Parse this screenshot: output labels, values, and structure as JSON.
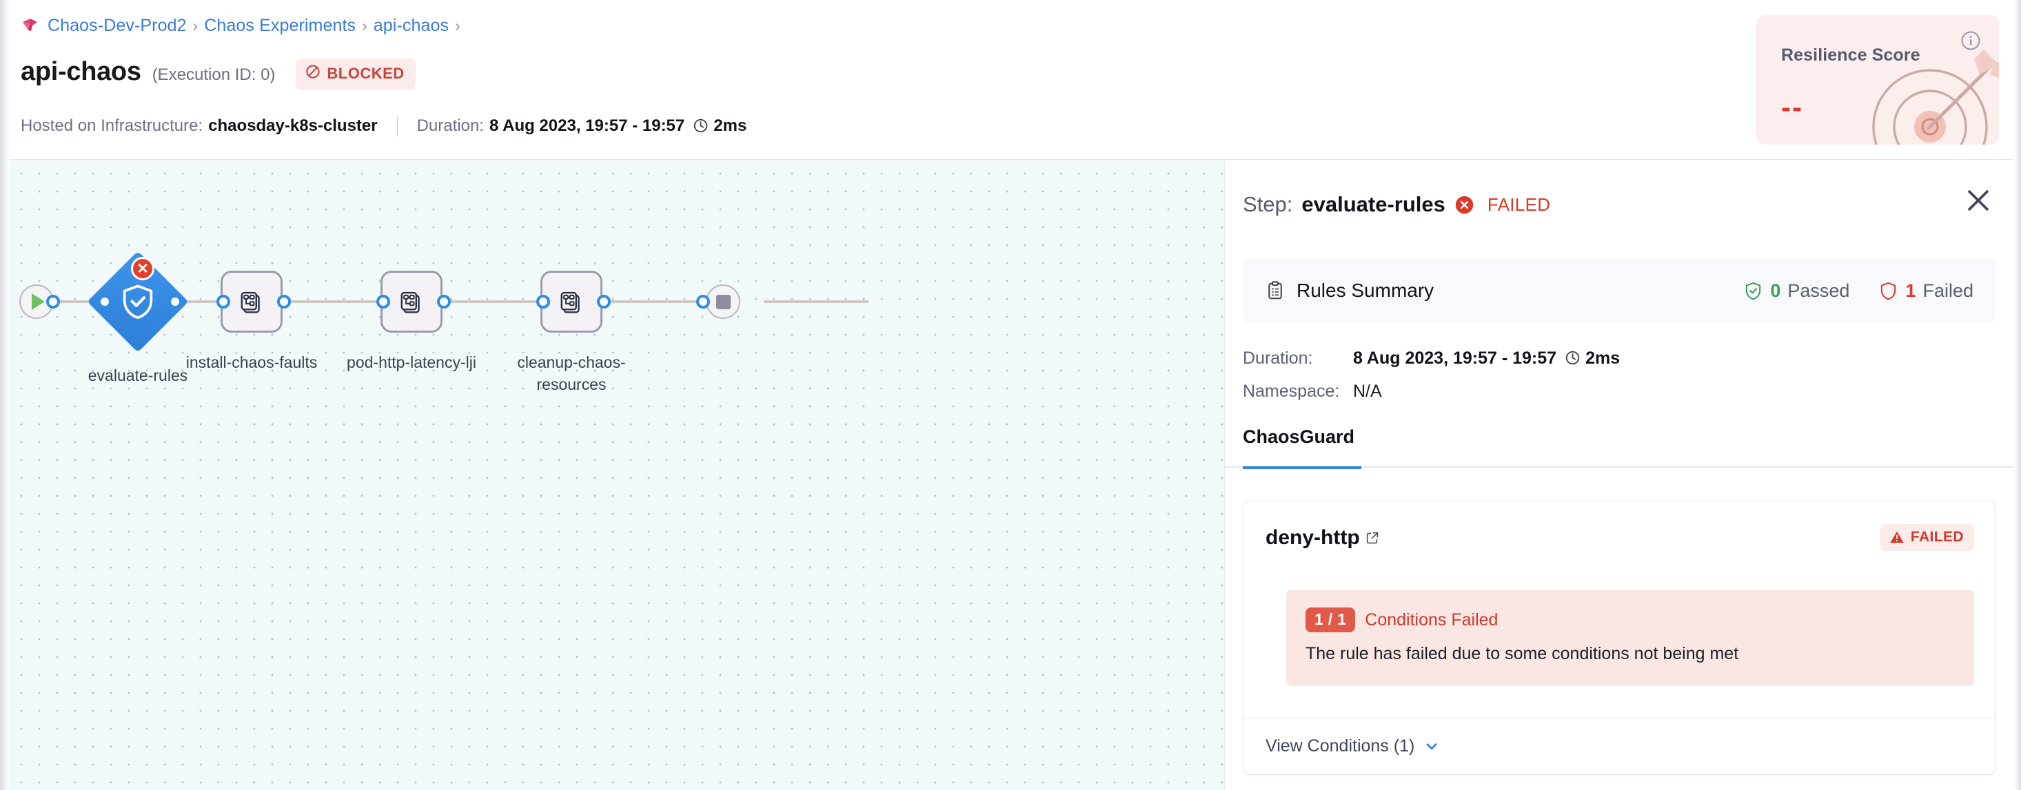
{
  "breadcrumb": {
    "logo_icon": "chaos-logo-icon",
    "items": [
      "Chaos-Dev-Prod2",
      "Chaos Experiments",
      "api-chaos"
    ],
    "separator": "›",
    "trailing_separator": "›"
  },
  "header": {
    "title": "api-chaos",
    "execution_id": "(Execution ID: 0)",
    "status_badge": {
      "label": "BLOCKED",
      "icon": "blocked-circle-slash-icon",
      "text_color": "#c4463c",
      "bg_color": "#fbeceb"
    },
    "meta": {
      "infra_label": "Hosted on Infrastructure:",
      "infra_value": "chaosday-k8s-cluster",
      "duration_label": "Duration:",
      "duration_range": "8 Aug 2023, 19:57 - 19:57",
      "clock_icon": "clock-icon",
      "duration_value": "2ms"
    }
  },
  "resilience": {
    "title": "Resilience Score",
    "value": "--",
    "info_icon": "info-circle-icon",
    "art_icon": "target-dart-icon",
    "bg_color": "#fbeeec",
    "value_color": "#d93a2b"
  },
  "pipeline": {
    "start_node": {
      "name": "start-node",
      "icon": "play-icon"
    },
    "end_node": {
      "name": "end-node",
      "icon": "stop-square-icon"
    },
    "nodes": [
      {
        "label": "evaluate-rules",
        "shape": "diamond",
        "icon": "shield-check-icon",
        "status": "failed",
        "badge_icon": "error-x-icon",
        "color": "#2f86e0"
      },
      {
        "label": "install-chaos-faults",
        "shape": "box",
        "icon": "chaos-fault-icon",
        "status": "not-run"
      },
      {
        "label": "pod-http-latency-lji",
        "shape": "box",
        "icon": "chaos-fault-icon",
        "status": "not-run"
      },
      {
        "label": "cleanup-chaos-resources",
        "shape": "box",
        "icon": "chaos-fault-icon",
        "status": "not-run"
      }
    ]
  },
  "panel": {
    "title_prefix": "Step:",
    "title_name": "evaluate-rules",
    "status": "FAILED",
    "status_icon": "error-x-circle-icon",
    "close_icon": "close-icon",
    "rules_summary": {
      "icon": "clipboard-icon",
      "title": "Rules Summary",
      "passed_icon": "shield-check-icon",
      "passed_count": "0",
      "passed_label": "Passed",
      "failed_icon": "shield-outline-icon",
      "failed_count": "1",
      "failed_label": "Failed"
    },
    "details": [
      {
        "key": "Duration:",
        "value": "8 Aug 2023, 19:57 - 19:57",
        "extra_icon": "clock-icon",
        "extra": "2ms"
      },
      {
        "key": "Namespace:",
        "value": "N/A"
      }
    ],
    "tabs": [
      {
        "label": "ChaosGuard",
        "active": true
      }
    ],
    "rule": {
      "name": "deny-http",
      "external_link_icon": "external-link-icon",
      "status_badge": {
        "label": "FAILED",
        "icon": "warning-triangle-icon"
      },
      "conditions_chip": "1 / 1",
      "conditions_label": "Conditions Failed",
      "message": "The rule has failed due to some conditions not being met",
      "footer_label": "View Conditions (1)",
      "footer_icon": "chevron-down-icon"
    }
  }
}
